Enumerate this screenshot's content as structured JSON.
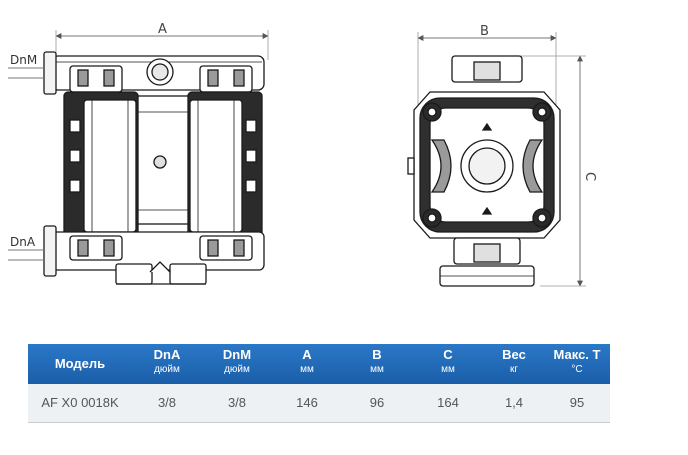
{
  "drawing": {
    "front_view": {
      "dim_width_label": "A",
      "port_top_label": "DnM",
      "port_bottom_label": "DnA"
    },
    "side_view": {
      "dim_width_label": "B",
      "dim_height_label": "C"
    }
  },
  "spec_table": {
    "headers": [
      {
        "main": "Модель",
        "sub": ""
      },
      {
        "main": "DnA",
        "sub": "дюйм"
      },
      {
        "main": "DnM",
        "sub": "дюйм"
      },
      {
        "main": "A",
        "sub": "мм"
      },
      {
        "main": "B",
        "sub": "мм"
      },
      {
        "main": "C",
        "sub": "мм"
      },
      {
        "main": "Вес",
        "sub": "кг"
      },
      {
        "main": "Макс. T",
        "sub": "°C"
      }
    ],
    "rows": [
      [
        "AF X0 0018K",
        "3/8",
        "3/8",
        "146",
        "96",
        "164",
        "1,4",
        "95"
      ]
    ]
  },
  "colors": {
    "header_blue": "#1f6bb8",
    "row_bg": "#eef1f4",
    "outline": "#1a1a1a"
  }
}
